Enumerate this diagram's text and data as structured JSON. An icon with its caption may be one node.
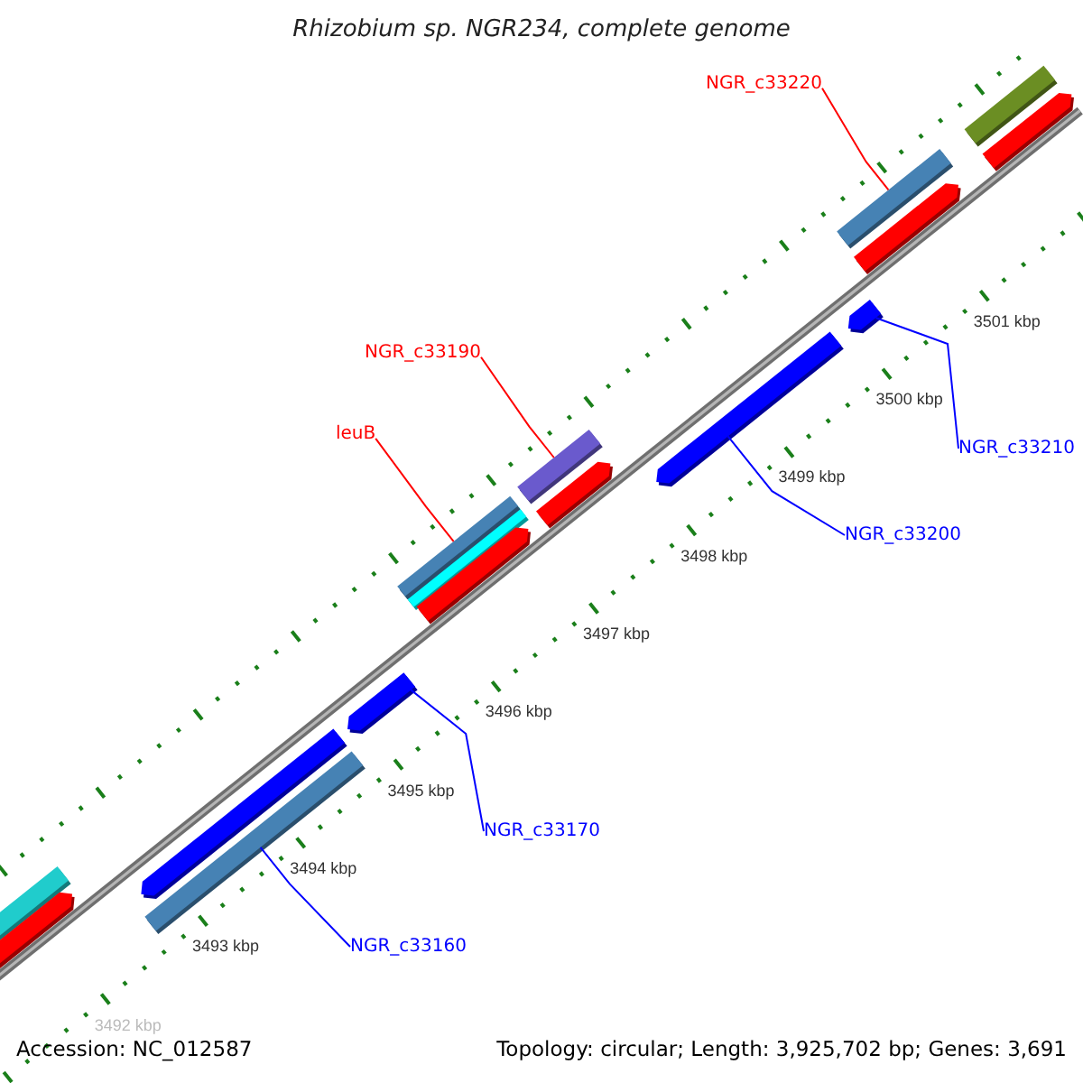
{
  "diagram": {
    "title": "Rhizobium sp. NGR234, complete genome",
    "nodes": [
      {
        "text": [
          "NGR_c33220"
        ]
      },
      {
        "text": [
          "NGR_c33190"
        ]
      },
      {
        "text": [
          "leuB"
        ]
      },
      {
        "text": [
          "NGR_c33210"
        ]
      },
      {
        "text": [
          "NGR_c33200"
        ]
      },
      {
        "text": [
          "NGR_c33170"
        ]
      },
      {
        "text": [
          "NGR_c33160"
        ]
      },
      {
        "text": [],
        "shape": "bar"
      },
      {
        "text": [],
        "shape": "bar"
      },
      {
        "text": [],
        "shape": "bar"
      },
      {
        "text": [],
        "shape": "bar"
      },
      {
        "text": [],
        "shape": "bar"
      },
      {
        "text": [],
        "shape": "bar"
      },
      {
        "text": [],
        "shape": "bar"
      }
    ],
    "edges": [
      {
        "from": 0,
        "to": 13,
        "arrow": "none",
        "color": "#ff0000"
      },
      {
        "from": 1,
        "to": 10,
        "arrow": "none",
        "color": "#ff0000"
      },
      {
        "from": 2,
        "to": 9,
        "arrow": "none",
        "color": "#ff0000"
      },
      {
        "from": 3,
        "to": 12,
        "arrow": "none"
      },
      {
        "from": 4,
        "to": 11,
        "arrow": "none"
      },
      {
        "from": 5,
        "to": 8,
        "arrow": "none"
      },
      {
        "from": 6,
        "to": 7,
        "arrow": "none"
      }
    ],
    "labels": [
      "3501 kbp",
      "3500 kbp",
      "3499 kbp",
      "3498 kbp",
      "3497 kbp",
      "3496 kbp",
      "3495 kbp",
      "3494 kbp",
      "3493 kbp",
      "3492 kbp",
      "Accession: NC_012587",
      "Topology: circular; Length: 3,925,702 bp; Genes: 3,691"
    ]
  }
}
